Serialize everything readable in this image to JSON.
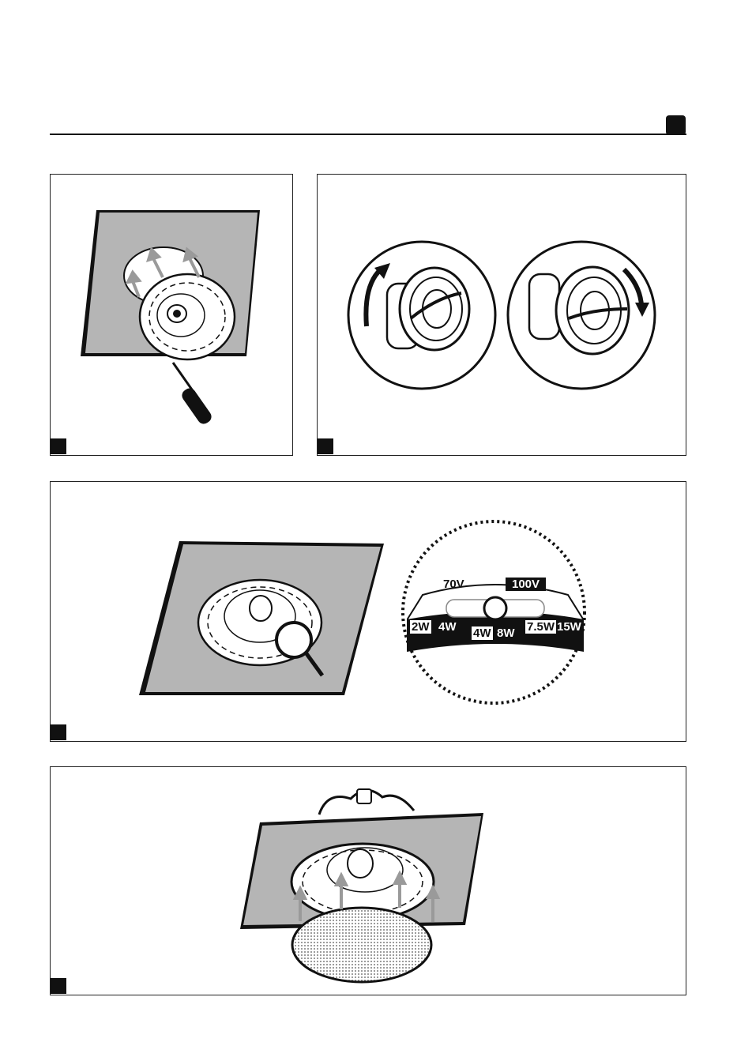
{
  "tap_selector": {
    "voltage": [
      "70V",
      "100V"
    ],
    "power_70v": [
      "2W",
      "4W"
    ],
    "power_center": [
      "4W",
      "8W"
    ],
    "power_100v": [
      "7.5W",
      "15W"
    ]
  },
  "colors": {
    "ink": "#111111",
    "ceiling": "#b5b5b5",
    "arrow": "#9a9a9a"
  }
}
